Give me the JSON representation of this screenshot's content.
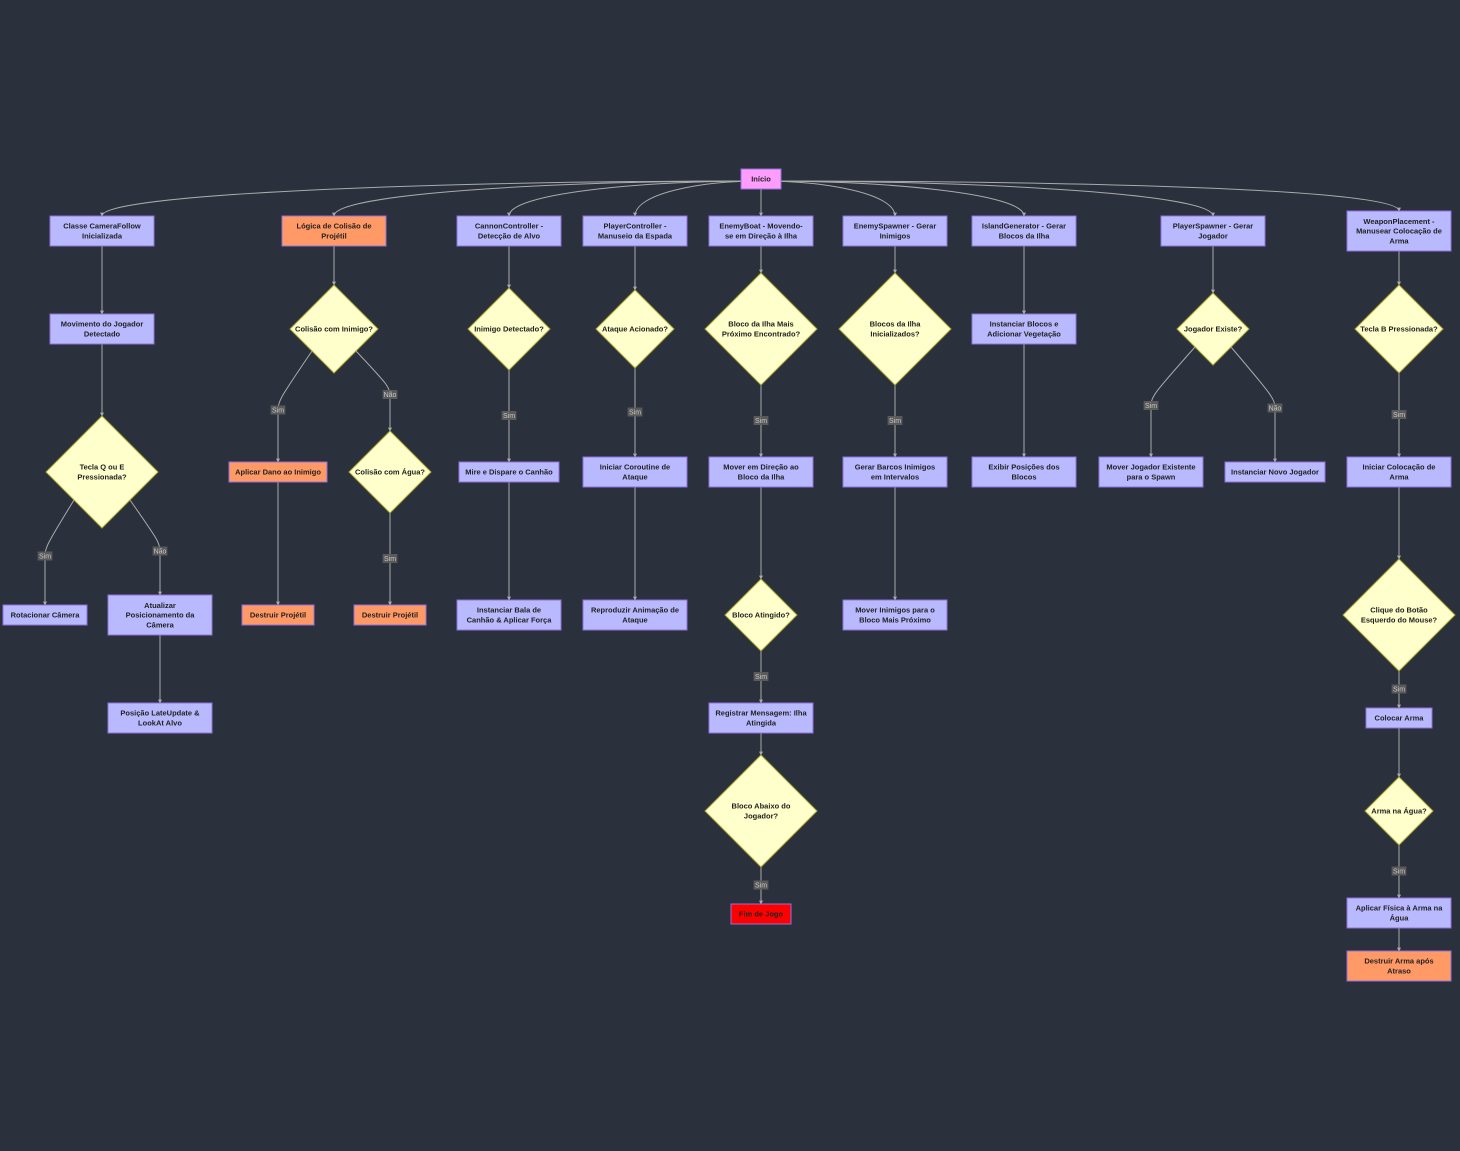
{
  "diagram": {
    "type": "flowchart",
    "colors": {
      "background": "#2a303c",
      "process": "#b9b9ff",
      "decision": "#ffffcc",
      "start": "#ff9dff",
      "highlight": "#ff9966",
      "end": "#ff0000",
      "edge": "#aaaaaa",
      "label_bg": "#5a5a5a",
      "label_text": "#c8c8c8"
    },
    "nodes": [
      {
        "id": "start",
        "shape": "rect",
        "style": "start",
        "lines": [
          "Início"
        ]
      },
      {
        "id": "cf1",
        "shape": "rect",
        "style": "process",
        "lines": [
          "Classe CameraFollow",
          "Inicializada"
        ]
      },
      {
        "id": "cf2",
        "shape": "rect",
        "style": "process",
        "lines": [
          "Movimento do Jogador",
          "Detectado"
        ]
      },
      {
        "id": "cf3",
        "shape": "diamond",
        "style": "decision",
        "lines": [
          "Tecla Q ou E",
          "Pressionada?"
        ]
      },
      {
        "id": "cf4",
        "shape": "rect",
        "style": "process",
        "lines": [
          "Rotacionar Câmera"
        ]
      },
      {
        "id": "cf5",
        "shape": "rect",
        "style": "process",
        "lines": [
          "Atualizar",
          "Posicionamento da",
          "Câmera"
        ]
      },
      {
        "id": "cf6",
        "shape": "rect",
        "style": "process",
        "lines": [
          "Posição LateUpdate &",
          "LookAt Alvo"
        ]
      },
      {
        "id": "pc1",
        "shape": "rect",
        "style": "highlight",
        "lines": [
          "Lógica de Colisão de",
          "Projétil"
        ]
      },
      {
        "id": "pc2",
        "shape": "diamond",
        "style": "decision",
        "lines": [
          "Colisão com Inimigo?"
        ]
      },
      {
        "id": "pc3",
        "shape": "rect",
        "style": "highlight",
        "lines": [
          "Aplicar Dano ao Inimigo"
        ]
      },
      {
        "id": "pc4",
        "shape": "diamond",
        "style": "decision",
        "lines": [
          "Colisão com Água?"
        ]
      },
      {
        "id": "pc5",
        "shape": "rect",
        "style": "highlight",
        "lines": [
          "Destruir Projétil"
        ]
      },
      {
        "id": "pc6",
        "shape": "rect",
        "style": "highlight",
        "lines": [
          "Destruir Projétil"
        ]
      },
      {
        "id": "cc1",
        "shape": "rect",
        "style": "process",
        "lines": [
          "CannonController -",
          "Detecção de Alvo"
        ]
      },
      {
        "id": "cc2",
        "shape": "diamond",
        "style": "decision",
        "lines": [
          "Inimigo Detectado?"
        ]
      },
      {
        "id": "cc3",
        "shape": "rect",
        "style": "process",
        "lines": [
          "Mire e Dispare o Canhão"
        ]
      },
      {
        "id": "cc4",
        "shape": "rect",
        "style": "process",
        "lines": [
          "Instanciar Bala de",
          "Canhão & Aplicar Força"
        ]
      },
      {
        "id": "pl1",
        "shape": "rect",
        "style": "process",
        "lines": [
          "PlayerController -",
          "Manuseio da Espada"
        ]
      },
      {
        "id": "pl2",
        "shape": "diamond",
        "style": "decision",
        "lines": [
          "Ataque Acionado?"
        ]
      },
      {
        "id": "pl3",
        "shape": "rect",
        "style": "process",
        "lines": [
          "Iniciar Coroutine de",
          "Ataque"
        ]
      },
      {
        "id": "pl4",
        "shape": "rect",
        "style": "process",
        "lines": [
          "Reproduzir Animação de",
          "Ataque"
        ]
      },
      {
        "id": "eb1",
        "shape": "rect",
        "style": "process",
        "lines": [
          "EnemyBoat - Movendo-",
          "se em Direção à Ilha"
        ]
      },
      {
        "id": "eb2",
        "shape": "diamond",
        "style": "decision",
        "lines": [
          "Bloco da Ilha Mais",
          "Próximo Encontrado?"
        ]
      },
      {
        "id": "eb3",
        "shape": "rect",
        "style": "process",
        "lines": [
          "Mover em Direção ao",
          "Bloco da Ilha"
        ]
      },
      {
        "id": "eb4",
        "shape": "diamond",
        "style": "decision",
        "lines": [
          "Bloco Atingido?"
        ]
      },
      {
        "id": "eb5",
        "shape": "rect",
        "style": "process",
        "lines": [
          "Registrar Mensagem: Ilha",
          "Atingida"
        ]
      },
      {
        "id": "eb6",
        "shape": "diamond",
        "style": "decision",
        "lines": [
          "Bloco Abaixo do",
          "Jogador?"
        ]
      },
      {
        "id": "eb7",
        "shape": "rect",
        "style": "end",
        "lines": [
          "Fim de Jogo"
        ]
      },
      {
        "id": "es1",
        "shape": "rect",
        "style": "process",
        "lines": [
          "EnemySpawner - Gerar",
          "Inimigos"
        ]
      },
      {
        "id": "es2",
        "shape": "diamond",
        "style": "decision",
        "lines": [
          "Blocos da Ilha",
          "Inicializados?"
        ]
      },
      {
        "id": "es3",
        "shape": "rect",
        "style": "process",
        "lines": [
          "Gerar Barcos Inimigos",
          "em Intervalos"
        ]
      },
      {
        "id": "es4",
        "shape": "rect",
        "style": "process",
        "lines": [
          "Mover Inimigos para o",
          "Bloco Mais Próximo"
        ]
      },
      {
        "id": "ig1",
        "shape": "rect",
        "style": "process",
        "lines": [
          "IslandGenerator - Gerar",
          "Blocos da Ilha"
        ]
      },
      {
        "id": "ig2",
        "shape": "rect",
        "style": "process",
        "lines": [
          "Instanciar Blocos e",
          "Adicionar Vegetação"
        ]
      },
      {
        "id": "ig3",
        "shape": "rect",
        "style": "process",
        "lines": [
          "Exibir Posições dos",
          "Blocos"
        ]
      },
      {
        "id": "ps1",
        "shape": "rect",
        "style": "process",
        "lines": [
          "PlayerSpawner - Gerar",
          "Jogador"
        ]
      },
      {
        "id": "ps2",
        "shape": "diamond",
        "style": "decision",
        "lines": [
          "Jogador Existe?"
        ]
      },
      {
        "id": "ps3",
        "shape": "rect",
        "style": "process",
        "lines": [
          "Mover Jogador Existente",
          "para o Spawn"
        ]
      },
      {
        "id": "ps4",
        "shape": "rect",
        "style": "process",
        "lines": [
          "Instanciar Novo Jogador"
        ]
      },
      {
        "id": "wp1",
        "shape": "rect",
        "style": "process",
        "lines": [
          "WeaponPlacement -",
          "Manusear Colocação de",
          "Arma"
        ]
      },
      {
        "id": "wp2",
        "shape": "diamond",
        "style": "decision",
        "lines": [
          "Tecla B Pressionada?"
        ]
      },
      {
        "id": "wp3",
        "shape": "rect",
        "style": "process",
        "lines": [
          "Iniciar Colocação de",
          "Arma"
        ]
      },
      {
        "id": "wp4",
        "shape": "diamond",
        "style": "decision",
        "lines": [
          "Clique do Botão",
          "Esquerdo do Mouse?"
        ]
      },
      {
        "id": "wp5",
        "shape": "rect",
        "style": "process",
        "lines": [
          "Colocar Arma"
        ]
      },
      {
        "id": "wp6",
        "shape": "diamond",
        "style": "decision",
        "lines": [
          "Arma na Água?"
        ]
      },
      {
        "id": "wp7",
        "shape": "rect",
        "style": "process",
        "lines": [
          "Aplicar Física à Arma na",
          "Água"
        ]
      },
      {
        "id": "wp8",
        "shape": "rect",
        "style": "highlight",
        "lines": [
          "Destruir Arma após",
          "Atraso"
        ]
      }
    ],
    "edges": [
      {
        "from": "start",
        "to": "cf1"
      },
      {
        "from": "start",
        "to": "pc1"
      },
      {
        "from": "start",
        "to": "cc1"
      },
      {
        "from": "start",
        "to": "pl1"
      },
      {
        "from": "start",
        "to": "eb1"
      },
      {
        "from": "start",
        "to": "es1"
      },
      {
        "from": "start",
        "to": "ig1"
      },
      {
        "from": "start",
        "to": "ps1"
      },
      {
        "from": "start",
        "to": "wp1"
      },
      {
        "from": "cf1",
        "to": "cf2"
      },
      {
        "from": "cf2",
        "to": "cf3"
      },
      {
        "from": "cf3",
        "to": "cf4",
        "label": "Sim"
      },
      {
        "from": "cf3",
        "to": "cf5",
        "label": "Não"
      },
      {
        "from": "cf5",
        "to": "cf6"
      },
      {
        "from": "pc1",
        "to": "pc2"
      },
      {
        "from": "pc2",
        "to": "pc3",
        "label": "Sim"
      },
      {
        "from": "pc2",
        "to": "pc4",
        "label": "Não"
      },
      {
        "from": "pc3",
        "to": "pc5"
      },
      {
        "from": "pc4",
        "to": "pc6",
        "label": "Sim"
      },
      {
        "from": "cc1",
        "to": "cc2"
      },
      {
        "from": "cc2",
        "to": "cc3",
        "label": "Sim"
      },
      {
        "from": "cc3",
        "to": "cc4"
      },
      {
        "from": "pl1",
        "to": "pl2"
      },
      {
        "from": "pl2",
        "to": "pl3",
        "label": "Sim"
      },
      {
        "from": "pl3",
        "to": "pl4"
      },
      {
        "from": "eb1",
        "to": "eb2"
      },
      {
        "from": "eb2",
        "to": "eb3",
        "label": "Sim"
      },
      {
        "from": "eb3",
        "to": "eb4"
      },
      {
        "from": "eb4",
        "to": "eb5",
        "label": "Sim"
      },
      {
        "from": "eb5",
        "to": "eb6"
      },
      {
        "from": "eb6",
        "to": "eb7",
        "label": "Sim"
      },
      {
        "from": "es1",
        "to": "es2"
      },
      {
        "from": "es2",
        "to": "es3",
        "label": "Sim"
      },
      {
        "from": "es3",
        "to": "es4"
      },
      {
        "from": "ig1",
        "to": "ig2"
      },
      {
        "from": "ig2",
        "to": "ig3"
      },
      {
        "from": "ps1",
        "to": "ps2"
      },
      {
        "from": "ps2",
        "to": "ps3",
        "label": "Sim"
      },
      {
        "from": "ps2",
        "to": "ps4",
        "label": "Não"
      },
      {
        "from": "wp1",
        "to": "wp2"
      },
      {
        "from": "wp2",
        "to": "wp3",
        "label": "Sim"
      },
      {
        "from": "wp3",
        "to": "wp4"
      },
      {
        "from": "wp4",
        "to": "wp5",
        "label": "Sim"
      },
      {
        "from": "wp5",
        "to": "wp6"
      },
      {
        "from": "wp6",
        "to": "wp7",
        "label": "Sim"
      },
      {
        "from": "wp7",
        "to": "wp8"
      }
    ]
  }
}
